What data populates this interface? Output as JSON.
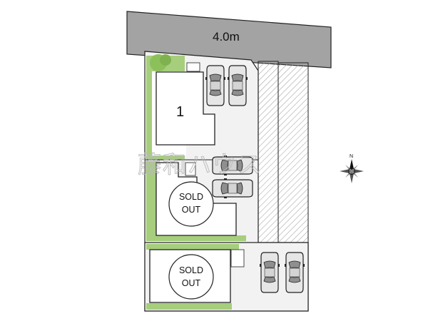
{
  "road": {
    "label": "4.0m"
  },
  "lots": [
    {
      "number": "1",
      "status": ""
    },
    {
      "number": "",
      "status_line1": "SOLD",
      "status_line2": "OUT"
    },
    {
      "number": "",
      "status_line1": "SOLD",
      "status_line2": "OUT"
    }
  ],
  "compass": {
    "north_label": "N",
    "icon": "compass-rose-icon"
  },
  "watermark": {
    "text": "藤和ハウス"
  },
  "colors": {
    "road": "#a3a3a3",
    "lawn": "#a6ce7c",
    "driveway": "#efefef",
    "building": "#ffffff",
    "outline": "#222222"
  }
}
